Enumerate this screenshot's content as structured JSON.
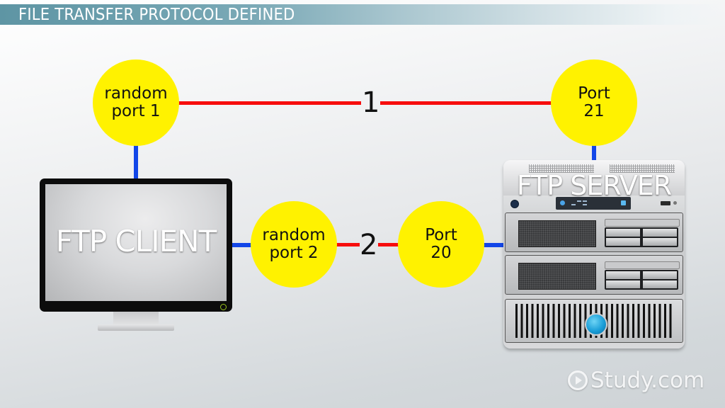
{
  "header": {
    "title": "FILE TRANSFER PROTOCOL DEFINED"
  },
  "diagram": {
    "client_label": "FTP CLIENT",
    "server_label": "FTP SERVER",
    "connections": [
      {
        "number": "1",
        "client_port": {
          "line1": "random",
          "line2": "port 1"
        },
        "server_port": {
          "line1": "Port",
          "line2": "21"
        }
      },
      {
        "number": "2",
        "client_port": {
          "line1": "random",
          "line2": "port 2"
        },
        "server_port": {
          "line1": "Port",
          "line2": "20"
        }
      }
    ],
    "colors": {
      "port_circle": "#fff200",
      "connection_line": "#f70d0d",
      "link_line": "#1246e8",
      "title_bar": "#5e95a4"
    }
  },
  "branding": {
    "logo_text": "Study.com",
    "logo_icon": "play-circle-icon"
  }
}
